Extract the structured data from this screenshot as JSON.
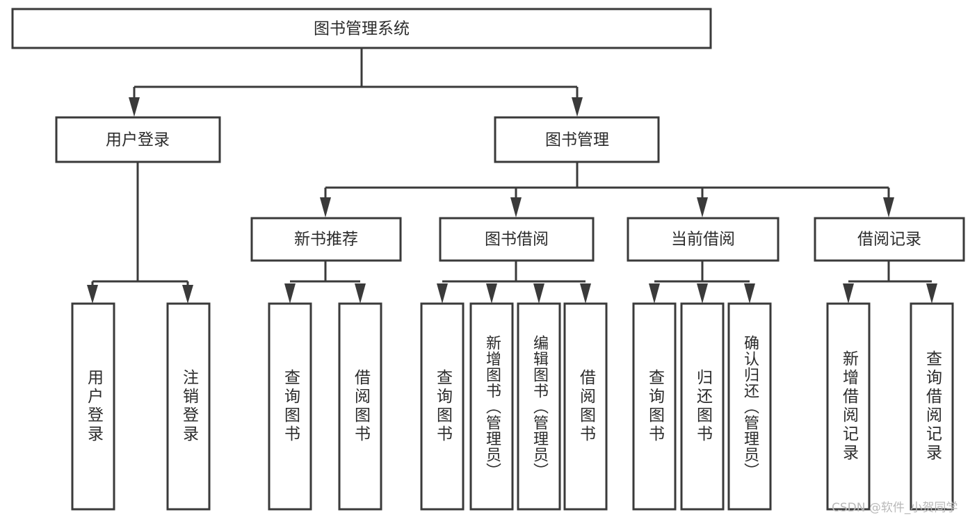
{
  "diagram": {
    "type": "tree",
    "title": "图书管理系统",
    "root": {
      "label": "图书管理系统"
    },
    "level2": [
      {
        "label": "用户登录"
      },
      {
        "label": "图书管理"
      }
    ],
    "level3": [
      {
        "label": "新书推荐"
      },
      {
        "label": "图书借阅"
      },
      {
        "label": "当前借阅"
      },
      {
        "label": "借阅记录"
      }
    ],
    "leaves": {
      "user_login": [
        {
          "label": "用户登录"
        },
        {
          "label": "注销登录"
        }
      ],
      "new_book_recommend": [
        {
          "label": "查询图书"
        },
        {
          "label": "借阅图书"
        }
      ],
      "book_borrow": [
        {
          "label": "查询图书"
        },
        {
          "label": "新增图书（管理员）"
        },
        {
          "label": "编辑图书（管理员）"
        },
        {
          "label": "借阅图书"
        }
      ],
      "current_borrow": [
        {
          "label": "查询图书"
        },
        {
          "label": "归还图书"
        },
        {
          "label": "确认归还（管理员）"
        }
      ],
      "borrow_record": [
        {
          "label": "新增借阅记录"
        },
        {
          "label": "查询借阅记录"
        }
      ]
    }
  },
  "watermark": {
    "text": "CSDN @软件_小贺同学"
  },
  "colors": {
    "stroke": "#3a3a3a",
    "fill": "#ffffff",
    "text": "#2b2b2b",
    "watermark": "#b9b9b9",
    "background": "#ffffff"
  }
}
